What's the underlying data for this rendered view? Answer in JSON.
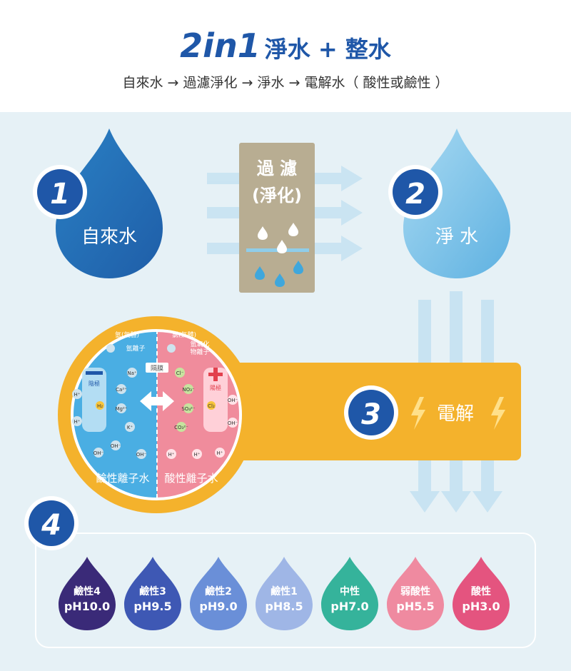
{
  "header": {
    "title_brand": "2in1",
    "title_rest": "淨水 + 整水",
    "subtitle": "自來水 → 過濾淨化 → 淨水 → 電解水（ 酸性或鹼性 ）"
  },
  "steps": [
    {
      "number": "1",
      "label": "自來水"
    },
    {
      "number": "2",
      "label": "淨 水"
    },
    {
      "number": "3",
      "label": "電解"
    },
    {
      "number": "4",
      "label": ""
    }
  ],
  "filter": {
    "line1": "過 濾",
    "line2": "(淨化)"
  },
  "electrolysis": {
    "membrane": "隔膜",
    "cathode_label": "陰極",
    "anode_label": "陽極",
    "gas_hydrogen": "氫(氣體)",
    "gas_chlorine": "氯(氣體)",
    "hydrogen_ion_note": "氫離子",
    "chlorine_note_1": "氫氧化",
    "chlorine_note_2": "物離子",
    "alkaline_water": "鹼性離子水",
    "acidic_water": "酸性離子水",
    "ions_left": [
      "Na⁺",
      "Ca²⁺",
      "Mg²⁺",
      "K⁺",
      "H⁺",
      "H⁺",
      "OH⁻",
      "OH⁻",
      "OH⁻",
      "H₂"
    ],
    "ions_right": [
      "Cl⁻",
      "NO₃⁻",
      "SO₄²⁻",
      "CO₃²⁻",
      "OH⁻",
      "OH⁻",
      "H⁺",
      "H⁺",
      "H⁺",
      "Cl₂"
    ]
  },
  "ph_levels": [
    {
      "name": "鹼性4",
      "ph": "pH10.0",
      "color": "#3a2a78"
    },
    {
      "name": "鹼性3",
      "ph": "pH9.5",
      "color": "#3e58b4"
    },
    {
      "name": "鹼性2",
      "ph": "pH9.0",
      "color": "#6a8fd8"
    },
    {
      "name": "鹼性1",
      "ph": "pH8.5",
      "color": "#9fb6e6"
    },
    {
      "name": "中性",
      "ph": "pH7.0",
      "color": "#35b39b"
    },
    {
      "name": "弱酸性",
      "ph": "pH5.5",
      "color": "#ef8aa0"
    },
    {
      "name": "酸性",
      "ph": "pH3.0",
      "color": "#e4547f"
    }
  ],
  "colors": {
    "brand_blue": "#1f57a8",
    "panel_bg": "#e6f1f6",
    "filter_box": "#b8ad92",
    "orange_band": "#f4b22c",
    "alkaline_side": "#4aaee3",
    "acidic_side": "#f08c9c"
  }
}
